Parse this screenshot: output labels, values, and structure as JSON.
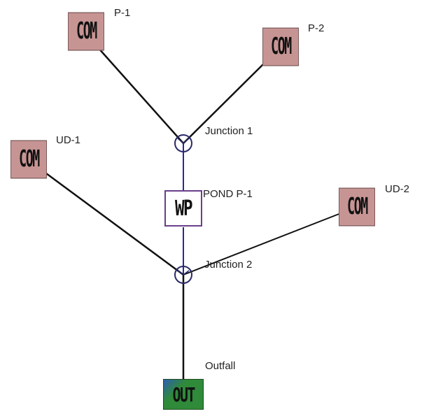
{
  "colors": {
    "com_fill": "#c79494",
    "out_fill": "#2f8a3a",
    "out_fill_accent": "#2e5fb0",
    "pond_border": "#6a3f8a",
    "link_black": "#111111",
    "link_blue": "#2a2a8c",
    "junction_ring": "#2a2a6a"
  },
  "nodes": {
    "p1": {
      "symbol": "COM",
      "label": "P-1"
    },
    "p2": {
      "symbol": "COM",
      "label": "P-2"
    },
    "ud1": {
      "symbol": "COM",
      "label": "UD-1"
    },
    "ud2": {
      "symbol": "COM",
      "label": "UD-2"
    },
    "junction1": {
      "label": "Junction 1"
    },
    "pond": {
      "symbol": "WP",
      "label": "POND P-1"
    },
    "junction2": {
      "label": "Junction 2"
    },
    "outfall": {
      "symbol": "OUT",
      "label": "Outfall"
    }
  }
}
